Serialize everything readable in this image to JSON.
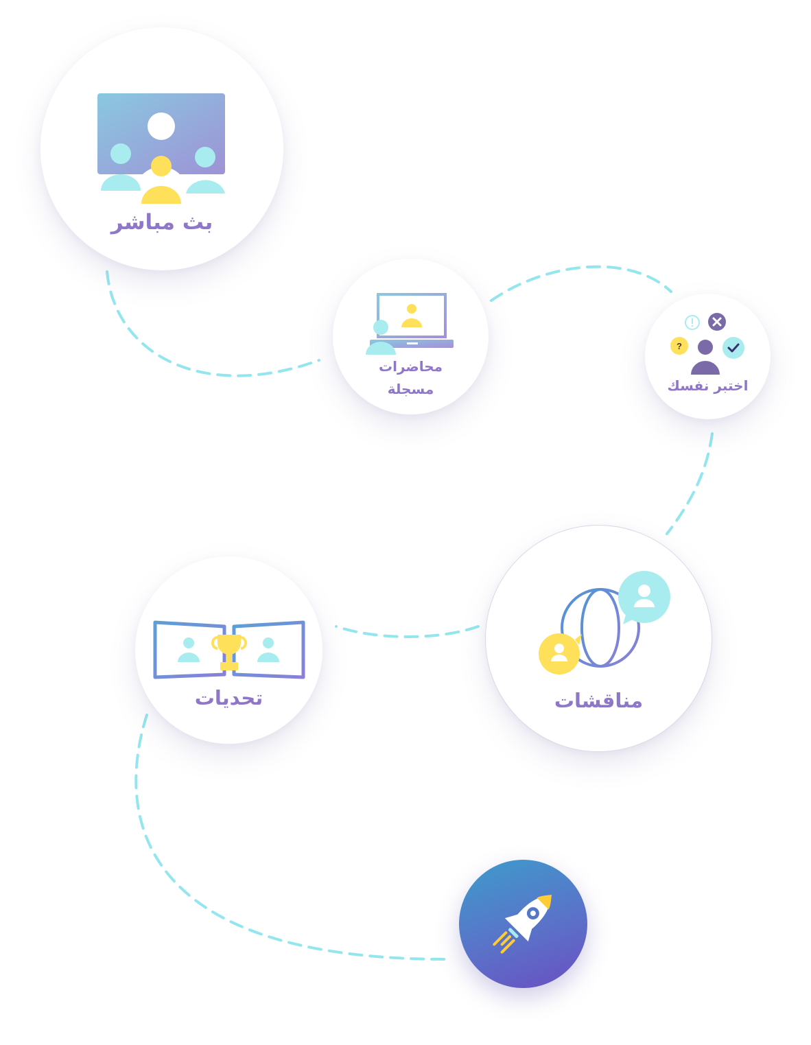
{
  "nodes": {
    "live_stream": {
      "label": "بث مباشر"
    },
    "recorded_lectures": {
      "label_line1": "محاضرات",
      "label_line2": "مسجلة"
    },
    "test_yourself": {
      "label": "اختبر نفسك"
    },
    "discussions": {
      "label": "مناقشات"
    },
    "challenges": {
      "label": "تحديات"
    }
  },
  "colors": {
    "connector": "#93e6ee",
    "label": "#8e76c8",
    "yellow": "#ffe05a",
    "aqua": "#a9ecef",
    "purple": "#8a7fd8",
    "rocket_start": "#3d9ccc",
    "rocket_end": "#6a4fc1"
  },
  "icons": [
    "presentation-icon",
    "laptop-video-icon",
    "quiz-icon",
    "globe-chat-icon",
    "trophy-screens-icon",
    "rocket-icon"
  ]
}
